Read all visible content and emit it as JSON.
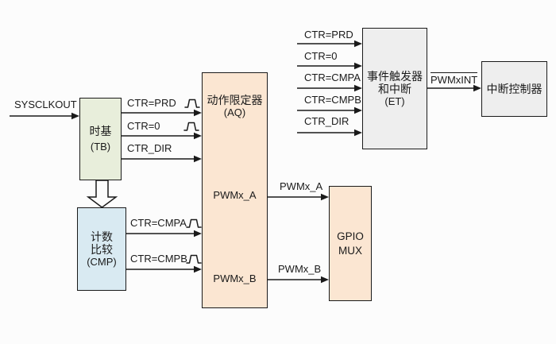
{
  "signals": {
    "sysclkout": "SYSCLKOUT",
    "ctr_prd": "CTR=PRD",
    "ctr_zero": "CTR=0",
    "ctr_dir": "CTR_DIR",
    "ctr_cmpa": "CTR=CMPA",
    "ctr_cmpb": "CTR=CMPB",
    "pwmx_a": "PWMx_A",
    "pwmx_b": "PWMx_B",
    "pwmxint": "PWMxINT"
  },
  "blocks": {
    "tb": {
      "name": "时基",
      "abbr": "(TB)"
    },
    "cmp": {
      "name1": "计数",
      "name2": "比较",
      "abbr": "(CMP)"
    },
    "aq": {
      "name": "动作限定器",
      "abbr": "(AQ)",
      "out_a": "PWMx_A",
      "out_b": "PWMx_B"
    },
    "gpio": {
      "name1": "GPIO",
      "name2": "MUX"
    },
    "et": {
      "name1": "事件触发器",
      "name2": "和中断",
      "abbr": "(ET)"
    },
    "intc": {
      "name": "中断控制器"
    }
  },
  "colors": {
    "tb_fill": "#e8eedb",
    "cmp_fill": "#d9eaf2",
    "aq_fill": "#fbe6d2",
    "gpio_fill": "#fbe6d2",
    "et_fill": "#eeeeee",
    "intc_fill": "#eeeeee",
    "line": "#1a1a1a",
    "background": "#fcfcfc"
  }
}
